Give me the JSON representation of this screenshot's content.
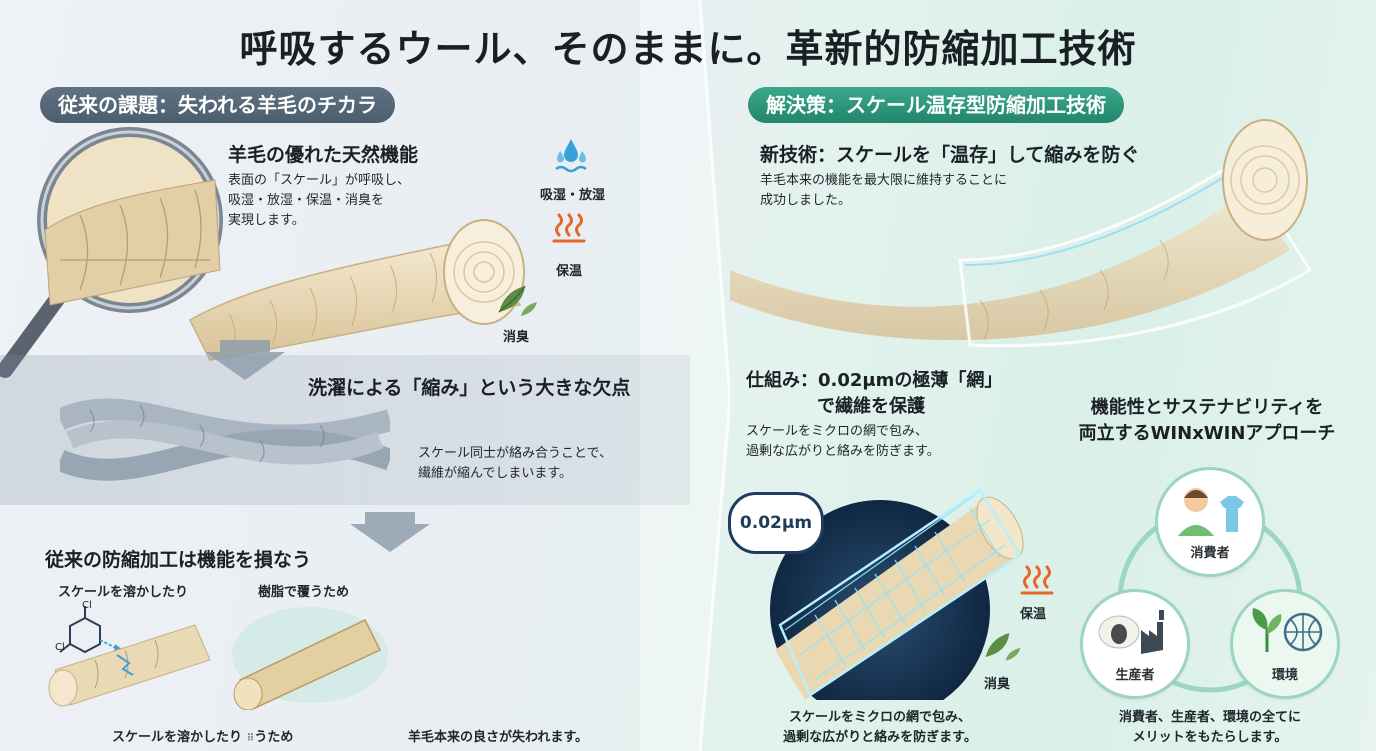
{
  "title": "呼吸するウール、そのままに。革新的防縮加工技術",
  "left": {
    "pill": "従来の課題：失われる羊毛のチカラ",
    "natural": {
      "heading": "羊毛の優れた天然機能",
      "desc_lines": [
        "表面の「スケール」が呼吸し、",
        "吸湿・放湿・保温・消臭を",
        "実現します。"
      ],
      "labels": [
        "吸湿・放湿",
        "保温",
        "消臭"
      ]
    },
    "shrink": {
      "heading": "洗濯による「縮み」という大きな欠点",
      "desc_lines": [
        "スケール同士が絡み合うことで、",
        "繊維が縮んでしまいます。"
      ]
    },
    "conventional": {
      "heading": "従来の防縮加工は機能を損なう",
      "method1": "スケールを溶かしたり",
      "method2": "樹脂で覆うため",
      "chem_label_1": "Cl",
      "chem_label_2": "Cl",
      "caption1": "スケールを溶かしたり",
      "caption1_tail": "うため",
      "caption2": "羊毛本来の良さが失われます。"
    }
  },
  "right": {
    "pill": "解決策：スケール温存型防縮加工技術",
    "newtech": {
      "heading": "新技術：スケールを「温存」して縮みを防ぐ",
      "desc_lines": [
        "羊毛本来の機能を最大限に維持することに",
        "成功しました。"
      ]
    },
    "mechanism": {
      "heading_lines": [
        "仕組み：0.02μmの極薄「網」",
        "で繊維を保護"
      ],
      "desc_lines": [
        "スケールをミクロの網で包み、",
        "過剰な広がりと絡みを防ぎます。"
      ],
      "badge": "0.02μm",
      "labels": [
        "保温",
        "消臭"
      ],
      "caption_lines": [
        "スケールをミクロの網で包み、",
        "過剰な広がりと絡みを防ぎます。"
      ]
    },
    "winwin": {
      "heading_lines": [
        "機能性とサステナビリティを",
        "両立するWINxWINアプローチ"
      ],
      "nodes": [
        "消費者",
        "生産者",
        "環境"
      ],
      "caption_lines": [
        "消費者、生産者、環境の全てに",
        "メリットをもたらします。"
      ]
    }
  },
  "colors": {
    "pill_left": "#52667a",
    "pill_right": "#27896f",
    "accent_orange": "#e8652a",
    "water_blue": "#3aa0d8",
    "leaf_green": "#4a8a3a"
  },
  "icons": [
    "magnifier-icon",
    "water-drops-icon",
    "heat-waves-icon",
    "leaf-icon",
    "down-arrow-icon",
    "person-icon",
    "tshirt-icon",
    "sheep-icon",
    "factory-icon",
    "plant-icon",
    "globe-icon"
  ]
}
